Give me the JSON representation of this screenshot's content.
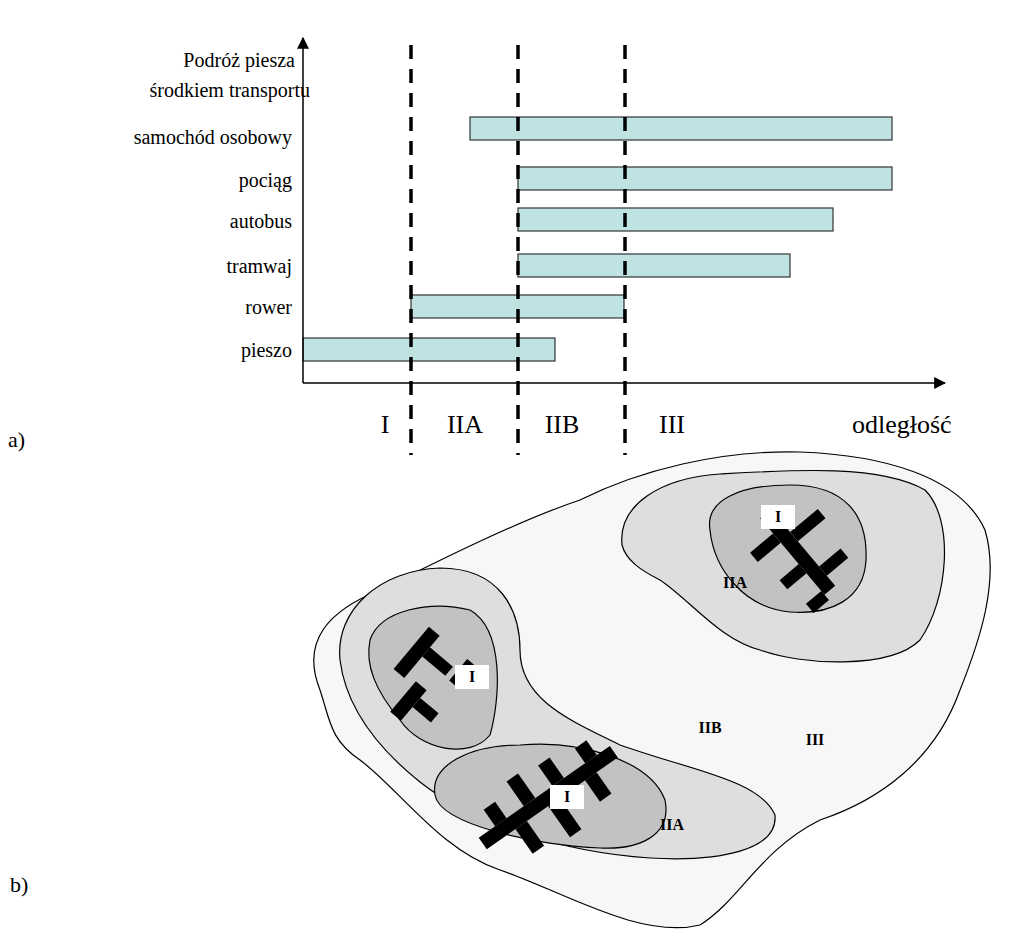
{
  "diagram": {
    "labels": [
      "Podróż piesza",
      "środkiem transportu",
      "samochód osobowy",
      "pociąg",
      "autobus",
      "tramwaj",
      "rower",
      "pieszo",
      "I",
      "IIA",
      "IIB",
      "III",
      "odległość",
      "a)",
      "I",
      "I",
      "I",
      "IIA",
      "IIA",
      "IIB",
      "III",
      "b)"
    ]
  }
}
